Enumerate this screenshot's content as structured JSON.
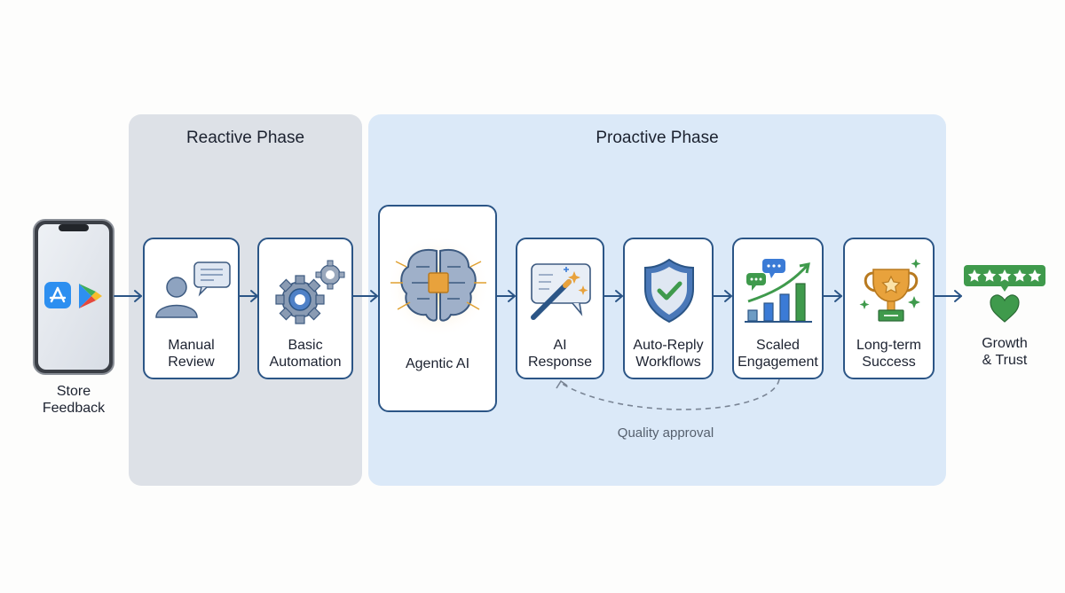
{
  "phases": {
    "reactive": {
      "title": "Reactive Phase"
    },
    "proactive": {
      "title": "Proactive Phase"
    }
  },
  "source": {
    "label_line1": "Store",
    "label_line2": "Feedback",
    "icons": [
      "app-store-icon",
      "google-play-icon"
    ]
  },
  "steps": [
    {
      "id": "manual-review",
      "line1": "Manual",
      "line2": "Review",
      "icon": "person-chat-icon"
    },
    {
      "id": "basic-automation",
      "line1": "Basic",
      "line2": "Automation",
      "icon": "gears-icon"
    },
    {
      "id": "agentic-ai",
      "line1": "Agentic AI",
      "line2": "",
      "icon": "brain-chip-icon"
    },
    {
      "id": "ai-response",
      "line1": "AI",
      "line2": "Response",
      "icon": "magic-wand-chat-icon"
    },
    {
      "id": "auto-reply-workflows",
      "line1": "Auto-Reply",
      "line2": "Workflows",
      "icon": "shield-check-icon"
    },
    {
      "id": "scaled-engagement",
      "line1": "Scaled",
      "line2": "Engagement",
      "icon": "growth-chart-icon"
    },
    {
      "id": "long-term-success",
      "line1": "Long-term",
      "line2": "Success",
      "icon": "trophy-icon"
    }
  ],
  "outcome": {
    "label_line1": "Growth",
    "label_line2": "& Trust",
    "icon": "five-star-heart-icon",
    "stars": 5
  },
  "feedback_loop": {
    "label": "Quality approval",
    "from": "Scaled Engagement",
    "to": "AI Response"
  },
  "colors": {
    "stroke": "#2b5586",
    "green": "#3f9a4c",
    "gold": "#e0a030",
    "reactive_bg": "#dde1e7",
    "proactive_bg": "#dbe9f8"
  }
}
